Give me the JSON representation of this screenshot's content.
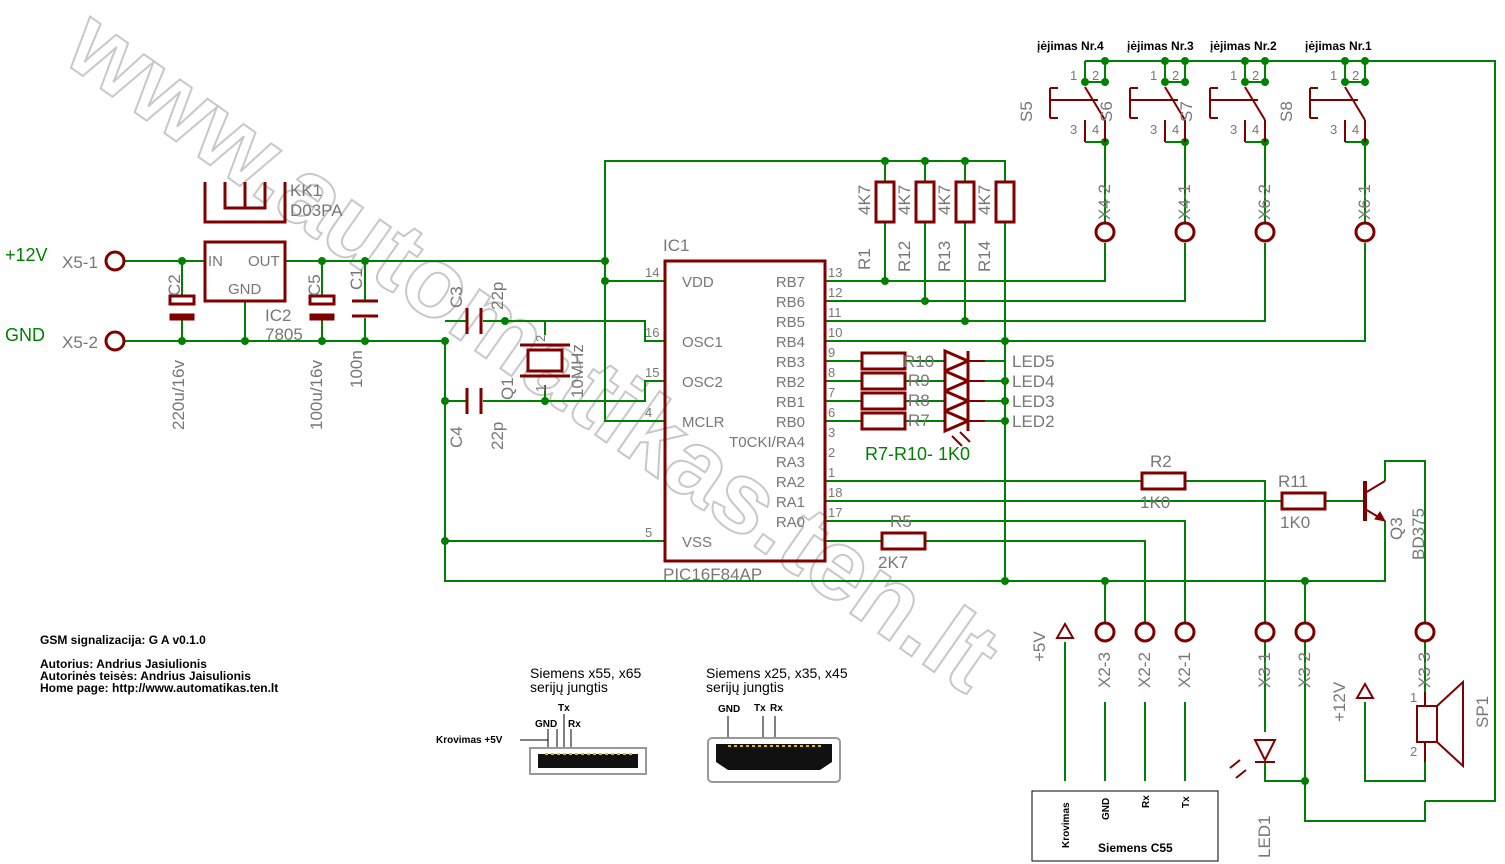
{
  "watermark": "www.automatikas.ten.lt",
  "power": {
    "plus12": "+12V",
    "gnd": "GND",
    "x5_1": "X5-1",
    "x5_2": "X5-2"
  },
  "parts": {
    "kk1": "KK1",
    "kk1_type": "D03PA",
    "ic2": "IC2",
    "ic2_type": "7805",
    "reg_in": "IN",
    "reg_out": "OUT",
    "reg_gnd": "GND",
    "c2": "C2",
    "c2_val": "220u/16v",
    "c5": "C5",
    "c5_val": "100u/16v",
    "c1": "C1",
    "c1_val": "100n",
    "c3": "C3",
    "c3_val": "22p",
    "c4": "C4",
    "c4_val": "22p",
    "q1": "Q1",
    "q1_val": "10MHz",
    "ic1": "IC1",
    "ic1_type": "PIC16F84AP",
    "r1": "R1",
    "r12": "R12",
    "r13": "R13",
    "r14": "R14",
    "r_pull_val": "4K7",
    "r10": "R10",
    "r9": "R9",
    "r8": "R8",
    "r7": "R7",
    "r_led_note": "R7-R10- 1K0",
    "led5": "LED5",
    "led4": "LED4",
    "led3": "LED3",
    "led2": "LED2",
    "r2": "R2",
    "r2_val": "1K0",
    "r11": "R11",
    "r11_val": "1K0",
    "r5": "R5",
    "r5_val": "2K7",
    "q3": "Q3",
    "q3_type": "BD375",
    "sp1": "SP1",
    "led1": "LED1",
    "plus5": "+5V",
    "plus12b": "+12V"
  },
  "ic1_pins": {
    "left": [
      {
        "num": "14",
        "name": "VDD"
      },
      {
        "num": "16",
        "name": "OSC1"
      },
      {
        "num": "15",
        "name": "OSC2"
      },
      {
        "num": "4",
        "name": "MCLR"
      },
      {
        "num": "5",
        "name": "VSS"
      }
    ],
    "right": [
      {
        "num": "13",
        "name": "RB7"
      },
      {
        "num": "12",
        "name": "RB6"
      },
      {
        "num": "11",
        "name": "RB5"
      },
      {
        "num": "10",
        "name": "RB4"
      },
      {
        "num": "9",
        "name": "RB3"
      },
      {
        "num": "8",
        "name": "RB2"
      },
      {
        "num": "7",
        "name": "RB1"
      },
      {
        "num": "6",
        "name": "RB0"
      },
      {
        "num": "3",
        "name": "T0CKI/RA4"
      },
      {
        "num": "2",
        "name": "RA3"
      },
      {
        "num": "1",
        "name": "RA2"
      },
      {
        "num": "18",
        "name": "RA1"
      },
      {
        "num": "17",
        "name": "RA0"
      }
    ]
  },
  "inputs": [
    {
      "title": "įėjimas Nr.4",
      "switch": "S5",
      "sw2": "S6",
      "conn": "X4-2"
    },
    {
      "title": "įėjimas Nr.3",
      "switch": "S7",
      "conn": "X4-1"
    },
    {
      "title": "įėjimas Nr.2",
      "switch": "S8",
      "conn": "X6-2"
    },
    {
      "title": "įėjimas Nr.1",
      "conn": "X6-1"
    }
  ],
  "connectors": {
    "x2_3": "X2-3",
    "x2_2": "X2-2",
    "x2_1": "X2-1",
    "x3_1": "X3-1",
    "x3_2": "X3-2",
    "x3_3": "X3-3"
  },
  "info": {
    "line1": "GSM signalizacija:   G A v0.1.0",
    "line2": "Autorius: Andrius Jasiulionis",
    "line3": "Autorinės teisės: Andrius Jaisulionis",
    "line4": "Home page: http://www.automatikas.ten.lt"
  },
  "siemens_a": {
    "title1": "Siemens x55, x65",
    "title2": "serijų jungtis",
    "krovimas": "Krovimas +5V",
    "gnd": "GND",
    "tx": "Tx",
    "rx": "Rx"
  },
  "siemens_b": {
    "title1": "Siemens x25, x35, x45",
    "title2": "serijų jungtis",
    "gnd": "GND",
    "tx": "Tx",
    "rx": "Rx"
  },
  "siemens_c55": {
    "krovimas": "Krovimas",
    "gnd": "GND",
    "rx": "Rx",
    "tx": "Tx",
    "name": "Siemens C55"
  }
}
